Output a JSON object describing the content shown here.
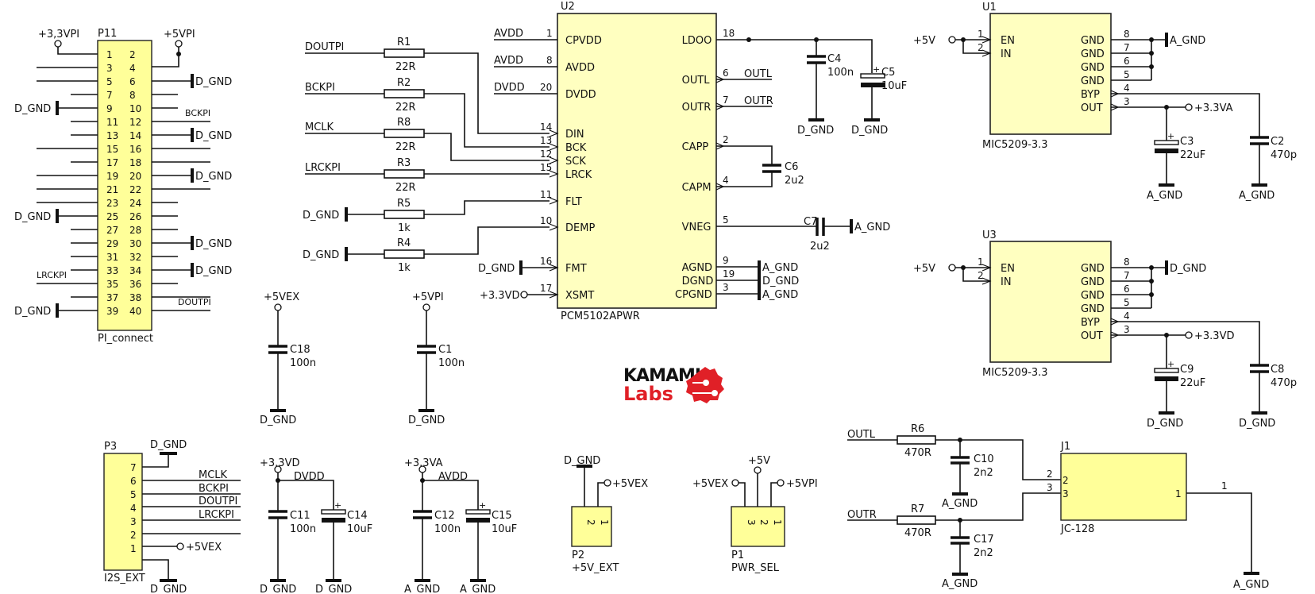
{
  "logo": {
    "line1": "KAMAMI",
    "line2": "Labs",
    "color_dark": "#111111",
    "color_red": "#e02027"
  },
  "p11": {
    "ref": "P11",
    "name": "PI_connect",
    "left_pins": [
      "1",
      "3",
      "5",
      "7",
      "9",
      "11",
      "13",
      "15",
      "17",
      "19",
      "21",
      "23",
      "25",
      "27",
      "29",
      "31",
      "33",
      "35",
      "37",
      "39"
    ],
    "right_pins": [
      "2",
      "4",
      "6",
      "8",
      "10",
      "12",
      "14",
      "16",
      "18",
      "20",
      "22",
      "24",
      "26",
      "28",
      "30",
      "32",
      "34",
      "36",
      "38",
      "40"
    ],
    "net_33": "+3,3VPI",
    "net_5": "+5VPI",
    "bckpi": "BCKPI",
    "lrckpi": "LRCKPI",
    "doutpi": "DOUTPI",
    "dgnd": "D_GND"
  },
  "resistors": [
    {
      "ref": "R1",
      "value": "22R",
      "net": "DOUTPI"
    },
    {
      "ref": "R2",
      "value": "22R",
      "net": "BCKPI"
    },
    {
      "ref": "R8",
      "value": "22R",
      "net": "MCLK"
    },
    {
      "ref": "R3",
      "value": "22R",
      "net": "LRCKPI"
    },
    {
      "ref": "R5",
      "value": "1k",
      "net": "D_GND"
    },
    {
      "ref": "R4",
      "value": "1k",
      "net": "D_GND"
    }
  ],
  "u2": {
    "ref": "U2",
    "name": "PCM5102APWR",
    "left": [
      {
        "net": "AVDD",
        "num": "1",
        "pin": "CPVDD"
      },
      {
        "net": "AVDD",
        "num": "8",
        "pin": "AVDD"
      },
      {
        "net": "DVDD",
        "num": "20",
        "pin": "DVDD"
      },
      {
        "net": "",
        "num": "14",
        "pin": "DIN"
      },
      {
        "net": "",
        "num": "13",
        "pin": "BCK"
      },
      {
        "net": "",
        "num": "12",
        "pin": "SCK"
      },
      {
        "net": "",
        "num": "15",
        "pin": "LRCK"
      },
      {
        "net": "",
        "num": "11",
        "pin": "FLT"
      },
      {
        "net": "",
        "num": "10",
        "pin": "DEMP"
      },
      {
        "net": "D_GND",
        "num": "16",
        "pin": "FMT"
      },
      {
        "net": "+3.3VD",
        "num": "17",
        "pin": "XSMT"
      }
    ],
    "right": [
      {
        "num": "18",
        "pin": "LDOO"
      },
      {
        "num": "6",
        "pin": "OUTL",
        "net": "OUTL"
      },
      {
        "num": "7",
        "pin": "OUTR",
        "net": "OUTR"
      },
      {
        "num": "2",
        "pin": "CAPP"
      },
      {
        "num": "4",
        "pin": "CAPM"
      },
      {
        "num": "5",
        "pin": "VNEG"
      },
      {
        "num": "9",
        "pin": "AGND",
        "net": "A_GND"
      },
      {
        "num": "19",
        "pin": "DGND",
        "net": "D_GND"
      },
      {
        "num": "3",
        "pin": "CPGND",
        "net": "A_GND"
      }
    ]
  },
  "caps": {
    "c4": {
      "ref": "C4",
      "value": "100n",
      "gnd": "D_GND"
    },
    "c5": {
      "ref": "C5",
      "value": "10uF",
      "gnd": "D_GND"
    },
    "c6": {
      "ref": "C6",
      "value": "2u2"
    },
    "c7": {
      "ref": "C7",
      "value": "2u2",
      "gnd": "A_GND"
    },
    "c18": {
      "ref": "C18",
      "value": "100n",
      "net": "+5VEX",
      "gnd": "D_GND"
    },
    "c1": {
      "ref": "C1",
      "value": "100n",
      "net": "+5VPI",
      "gnd": "D_GND"
    },
    "c11": {
      "ref": "C11",
      "value": "100n",
      "gnd": "D_GND"
    },
    "c14": {
      "ref": "C14",
      "value": "10uF",
      "gnd": "D_GND"
    },
    "c12": {
      "ref": "C12",
      "value": "100n",
      "gnd": "A_GND"
    },
    "c15": {
      "ref": "C15",
      "value": "10uF",
      "gnd": "A_GND"
    },
    "c3": {
      "ref": "C3",
      "value": "22uF",
      "gnd": "A_GND"
    },
    "c2": {
      "ref": "C2",
      "value": "470p",
      "gnd": "A_GND"
    },
    "c9": {
      "ref": "C9",
      "value": "22uF",
      "gnd": "D_GND"
    },
    "c8": {
      "ref": "C8",
      "value": "470p",
      "gnd": "D_GND"
    },
    "c10": {
      "ref": "C10",
      "value": "2n2",
      "gnd": "A_GND"
    },
    "c17": {
      "ref": "C17",
      "value": "2n2",
      "gnd": "A_GND"
    }
  },
  "u1": {
    "ref": "U1",
    "name": "MIC5209-3.3",
    "in_net": "+5V",
    "gnd_net": "A_GND",
    "out_net": "+3.3VA",
    "left": [
      {
        "num": "1",
        "pin": "EN"
      },
      {
        "num": "2",
        "pin": "IN"
      }
    ],
    "right": [
      {
        "num": "8",
        "pin": "GND"
      },
      {
        "num": "7",
        "pin": "GND"
      },
      {
        "num": "6",
        "pin": "GND"
      },
      {
        "num": "5",
        "pin": "GND"
      },
      {
        "num": "4",
        "pin": "BYP"
      },
      {
        "num": "3",
        "pin": "OUT"
      }
    ]
  },
  "u3": {
    "ref": "U3",
    "name": "MIC5209-3.3",
    "in_net": "+5V",
    "gnd_net": "D_GND",
    "out_net": "+3.3VD",
    "left": [
      {
        "num": "1",
        "pin": "EN"
      },
      {
        "num": "2",
        "pin": "IN"
      }
    ],
    "right": [
      {
        "num": "8",
        "pin": "GND"
      },
      {
        "num": "7",
        "pin": "GND"
      },
      {
        "num": "6",
        "pin": "GND"
      },
      {
        "num": "5",
        "pin": "GND"
      },
      {
        "num": "4",
        "pin": "BYP"
      },
      {
        "num": "3",
        "pin": "OUT"
      }
    ]
  },
  "p3": {
    "ref": "P3",
    "name": "I2S_EXT",
    "pins": [
      "7",
      "6",
      "5",
      "4",
      "3",
      "2",
      "1"
    ],
    "nets": {
      "mclk": "MCLK",
      "bckpi": "BCKPI",
      "doutpi": "DOUTPI",
      "lrckpi": "LRCKPI",
      "vex": "+5VEX",
      "gnd_top": "D_GND",
      "gnd_bot": "D_GND"
    }
  },
  "supply_dvdd": {
    "port": "+3.3VD",
    "net": "DVDD"
  },
  "supply_avdd": {
    "port": "+3.3VA",
    "net": "AVDD"
  },
  "p2": {
    "ref": "P2",
    "name": "+5V_EXT",
    "pins": [
      "2",
      "1"
    ],
    "gnd": "D_GND",
    "net": "+5VEX"
  },
  "p1": {
    "ref": "P1",
    "name": "PWR_SEL",
    "pins": [
      "3",
      "2",
      "1"
    ],
    "net3": "+5VEX",
    "net2": "+5V",
    "net1": "+5VPI"
  },
  "output": {
    "r6": {
      "ref": "R6",
      "value": "470R",
      "net": "OUTL"
    },
    "r7": {
      "ref": "R7",
      "value": "470R",
      "net": "OUTR"
    },
    "j1": {
      "ref": "J1",
      "name": "JC-128",
      "pin2": "2",
      "pin3": "3",
      "pin1": "1",
      "gnd": "A_GND"
    }
  }
}
